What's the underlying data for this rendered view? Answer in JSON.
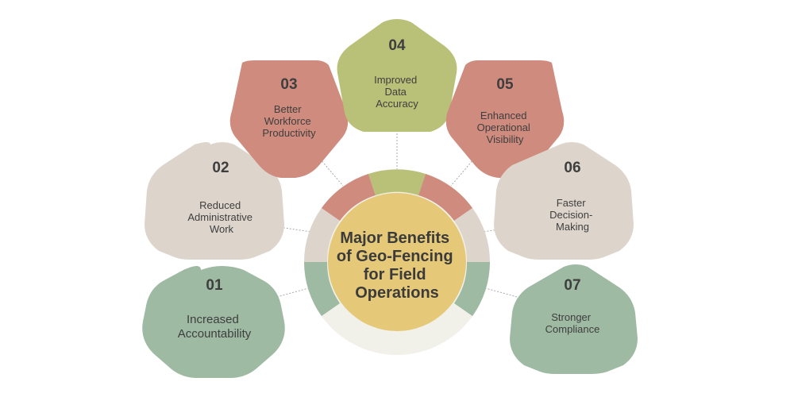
{
  "center": {
    "title_lines": [
      "Major Benefits",
      "of Geo-Fencing",
      "for Field",
      "Operations"
    ]
  },
  "colors": {
    "green": "#9fbaa2",
    "beige": "#ddd5cc",
    "salmon": "#cf8b7e",
    "olive": "#b9c078",
    "center": "#e6c978",
    "ring_base": "#f1f1ea"
  },
  "benefits": [
    {
      "number": "01",
      "lines": [
        "Increased",
        "Accountability"
      ],
      "color": "#9fbaa2"
    },
    {
      "number": "02",
      "lines": [
        "Reduced",
        "Administrative",
        "Work"
      ],
      "color": "#ddd5cc"
    },
    {
      "number": "03",
      "lines": [
        "Better",
        "Workforce",
        "Productivity"
      ],
      "color": "#cf8b7e"
    },
    {
      "number": "04",
      "lines": [
        "Improved",
        "Data",
        "Accuracy"
      ],
      "color": "#b9c078"
    },
    {
      "number": "05",
      "lines": [
        "Enhanced",
        "Operational",
        "Visibility"
      ],
      "color": "#cf8b7e"
    },
    {
      "number": "06",
      "lines": [
        "Faster",
        "Decision-",
        "Making"
      ],
      "color": "#ddd5cc"
    },
    {
      "number": "07",
      "lines": [
        "Stronger",
        "Compliance"
      ],
      "color": "#9fbaa2"
    }
  ]
}
